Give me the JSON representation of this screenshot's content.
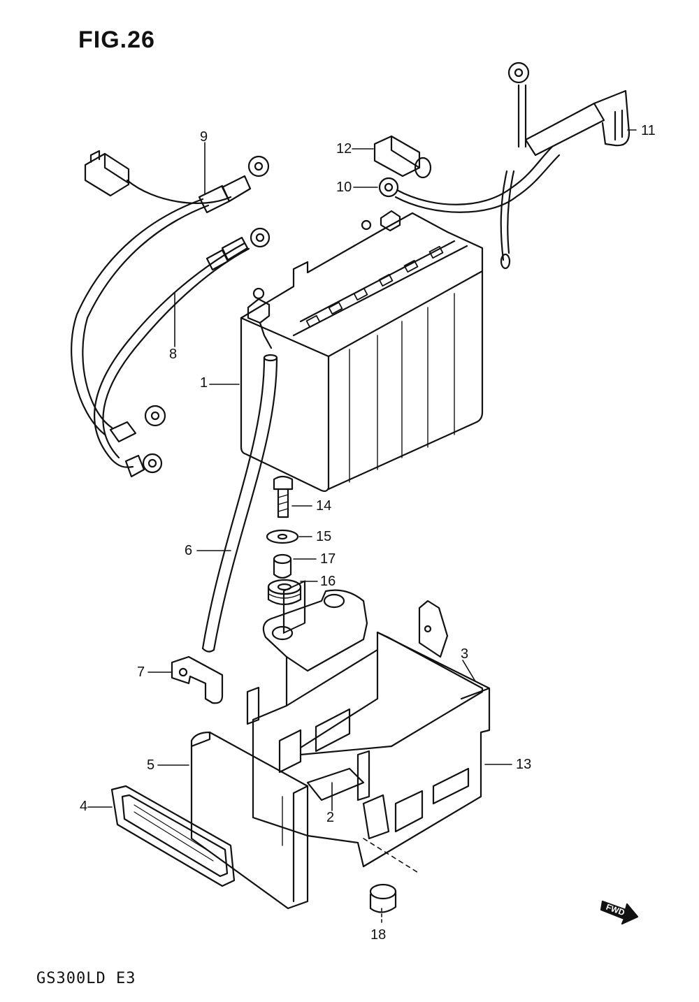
{
  "figure": {
    "title": "FIG.26",
    "model_code": "GS300LD E3",
    "fwd_label": "FWD"
  },
  "callouts": [
    "1",
    "2",
    "3",
    "4",
    "5",
    "6",
    "7",
    "8",
    "9",
    "10",
    "11",
    "12",
    "13",
    "14",
    "15",
    "16",
    "17",
    "18"
  ]
}
